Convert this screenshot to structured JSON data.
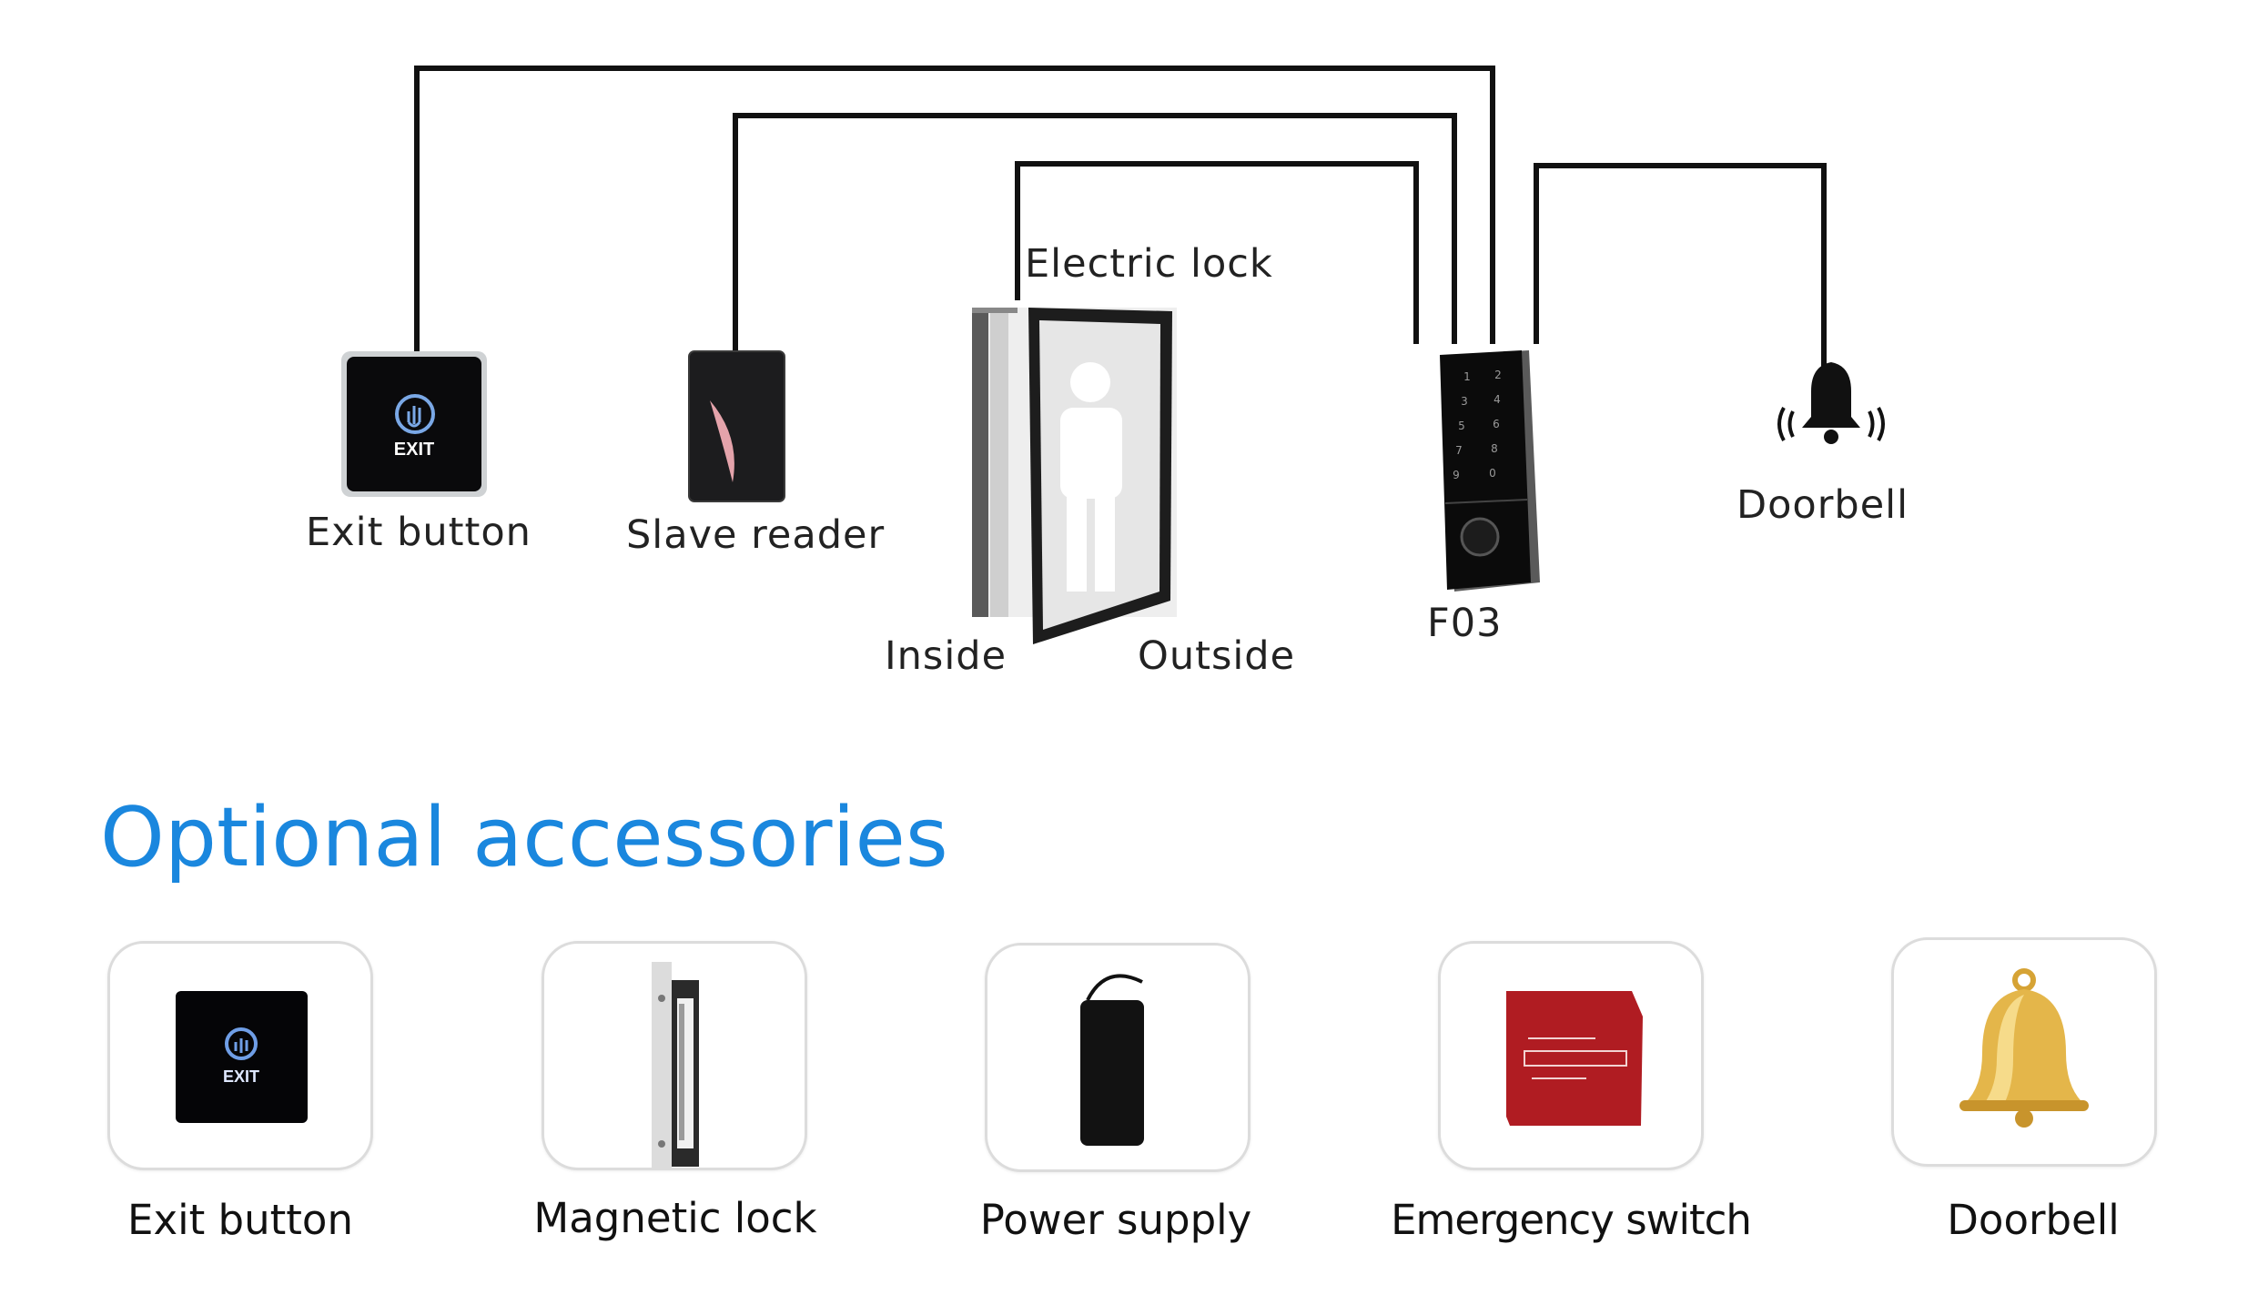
{
  "diagram": {
    "exit_button_label": "Exit button",
    "slave_reader_label": "Slave reader",
    "electric_lock_label": "Electric lock",
    "inside_label": "Inside",
    "outside_label": "Outside",
    "controller_label": "F03",
    "doorbell_label": "Doorbell",
    "exit_button_text": "EXIT"
  },
  "accessories": {
    "title": "Optional accessories",
    "items": [
      {
        "label": "Exit button",
        "icon": "exit-button-icon"
      },
      {
        "label": "Magnetic lock",
        "icon": "magnetic-lock-icon"
      },
      {
        "label": "Power supply",
        "icon": "power-supply-icon"
      },
      {
        "label": "Emergency switch",
        "icon": "emergency-switch-icon"
      },
      {
        "label": "Doorbell",
        "icon": "bell-icon"
      }
    ]
  },
  "colors": {
    "title_blue": "#1a87de",
    "wire": "#111111",
    "device_black": "#111111"
  }
}
